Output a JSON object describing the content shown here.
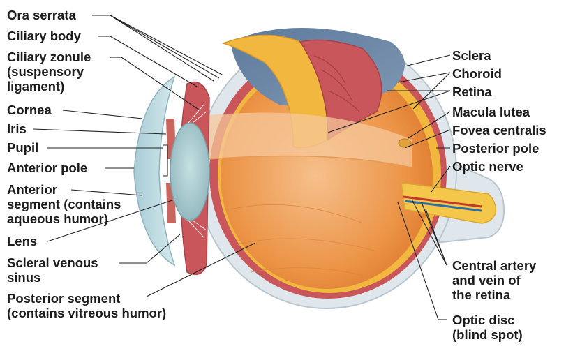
{
  "diagram": {
    "left_labels": {
      "ora_serrata": "Ora serrata",
      "ciliary_body": "Ciliary body",
      "ciliary_zonule": [
        "Ciliary zonule",
        "(suspensory",
        "ligament)"
      ],
      "cornea": "Cornea",
      "iris": "Iris",
      "pupil": "Pupil",
      "anterior_pole": "Anterior pole",
      "anterior_segment": [
        "Anterior",
        "segment (contains",
        "aqueous humor)"
      ],
      "lens": "Lens",
      "scleral_venous_sinus": [
        "Scleral venous",
        "sinus"
      ],
      "posterior_segment": [
        "Posterior segment",
        "(contains vitreous humor)"
      ]
    },
    "right_labels": {
      "sclera": "Sclera",
      "choroid": "Choroid",
      "retina": "Retina",
      "macula_lutea": "Macula lutea",
      "fovea_centralis": "Fovea centralis",
      "posterior_pole": "Posterior pole",
      "optic_nerve": "Optic nerve",
      "central_artery_vein": [
        "Central artery",
        "and vein of",
        "the retina"
      ],
      "optic_disc": [
        "Optic disc",
        "(blind spot)"
      ]
    },
    "colors": {
      "sclera": "#dfe7ec",
      "sclera_edge": "#b9c6cf",
      "choroid": "#c8565a",
      "retina": "#f2b73e",
      "vitreous": "#e88a3c",
      "vitreous_light": "#f4b782",
      "cornea": "#b7d6dd",
      "lens": "#9fc2c8",
      "iris": "#c9665d",
      "optic_nerve": "#f4c64a",
      "artery": "#c0392b",
      "vein": "#2f6fa8",
      "sky": "#6d87a6"
    }
  }
}
